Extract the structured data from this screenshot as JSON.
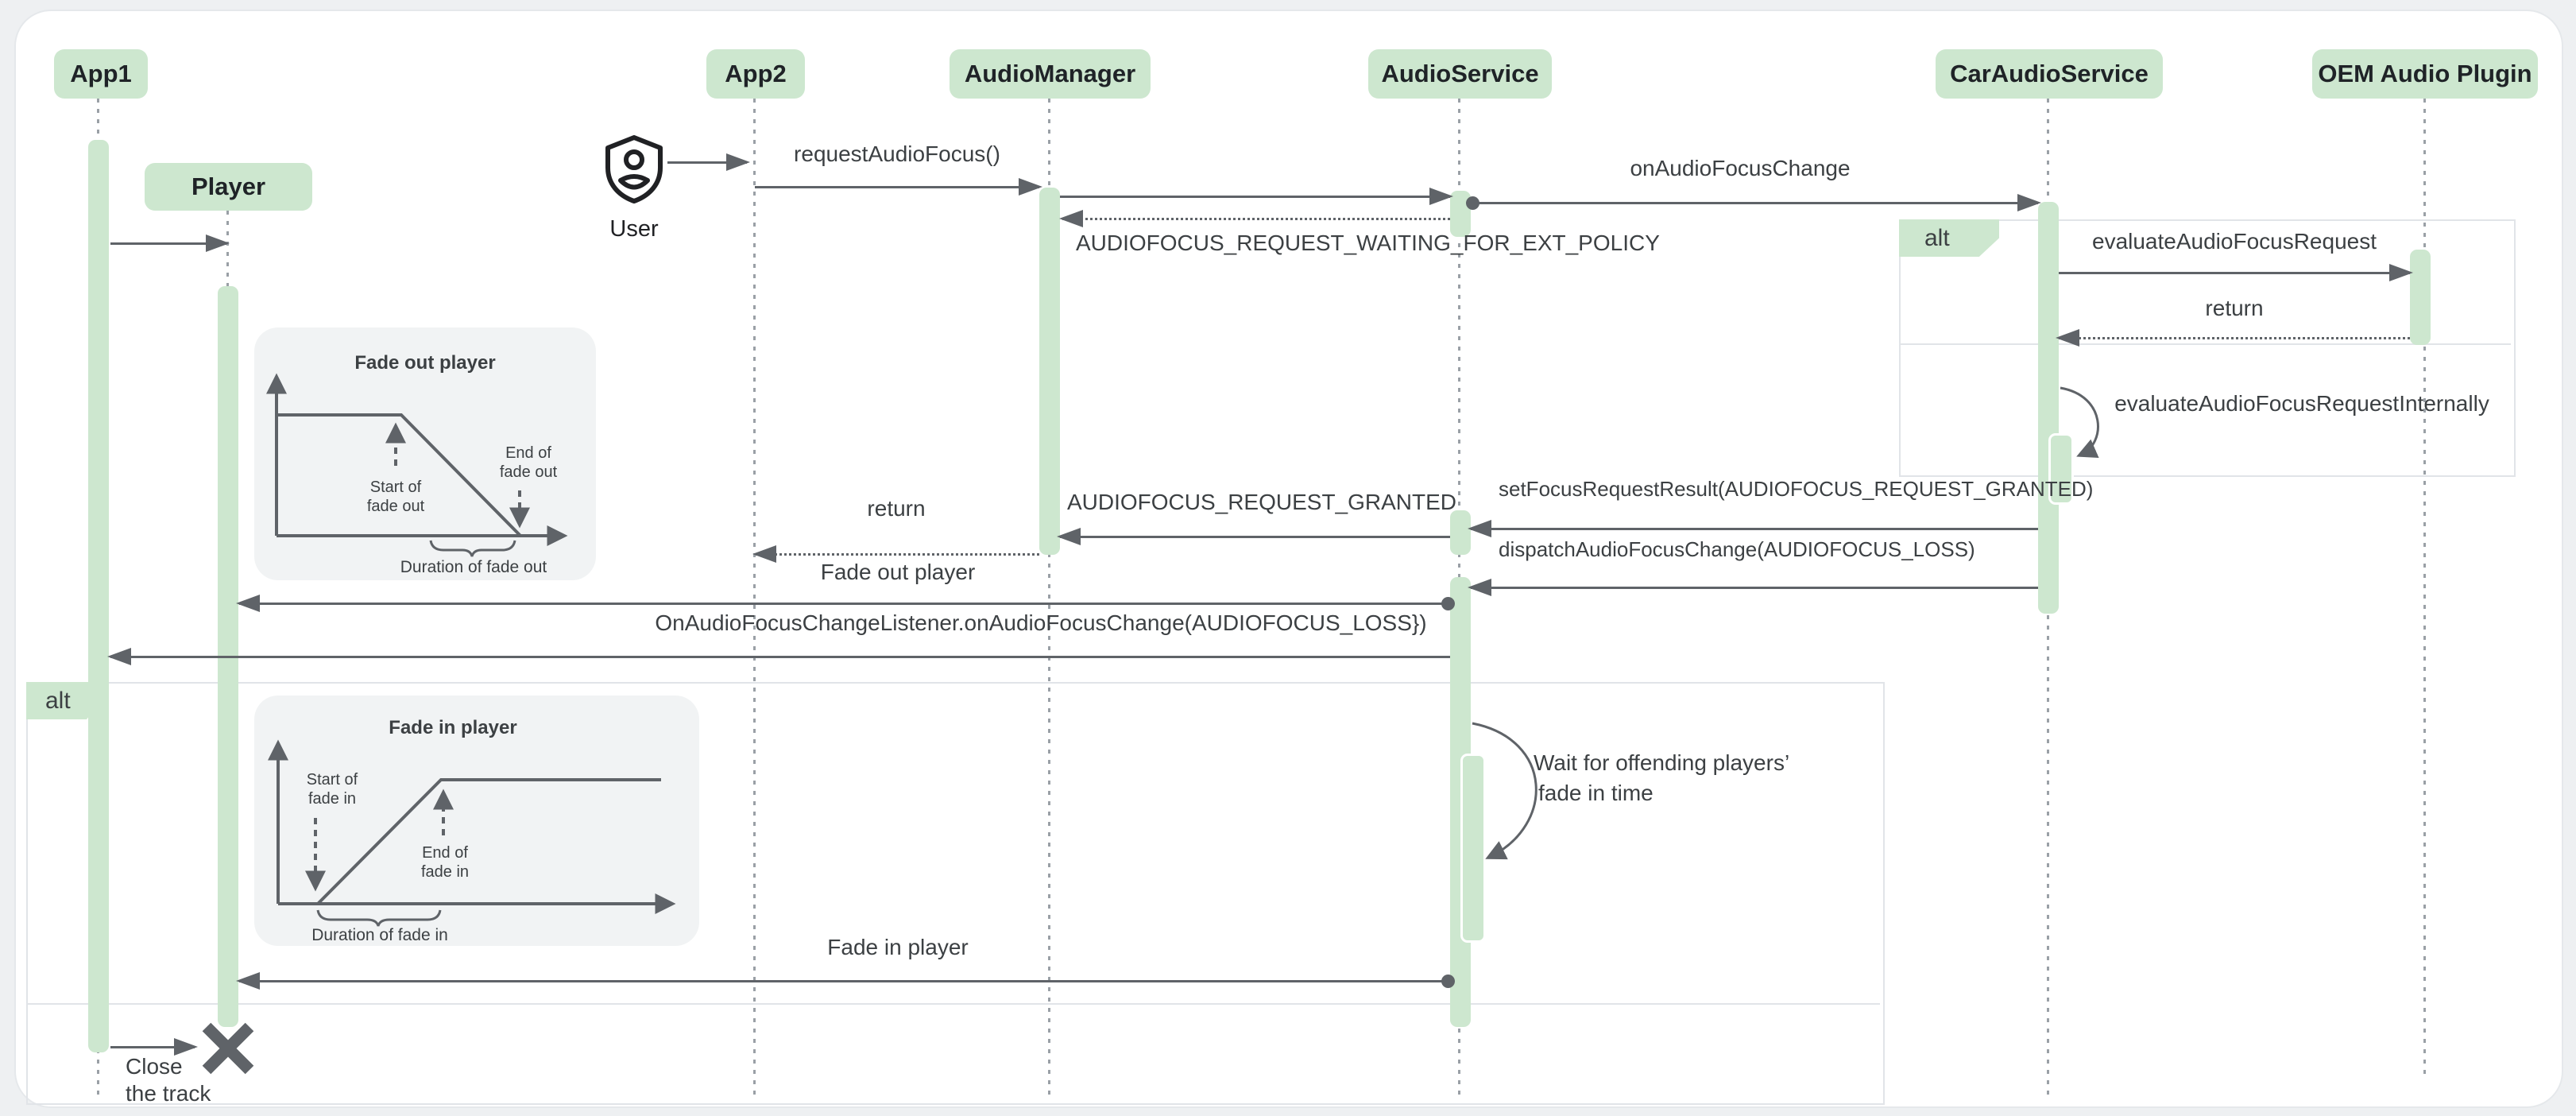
{
  "participants": {
    "app1": "App1",
    "player": "Player",
    "app2": "App2",
    "audio_manager": "AudioManager",
    "audio_service": "AudioService",
    "car_audio_service": "CarAudioService",
    "oem_audio_plugin": "OEM Audio Plugin"
  },
  "actor": {
    "label": "User"
  },
  "fragments": {
    "policy_alt_label": "alt",
    "player_alt_label": "alt"
  },
  "messages": {
    "request_audio_focus": "requestAudioFocus()",
    "on_audio_focus_change": "onAudioFocusChange",
    "waiting_for_ext_policy": "AUDIOFOCUS_REQUEST_WAITING_FOR_EXT_POLICY",
    "evaluate_audio_focus_request": "evaluateAudioFocusRequest",
    "evaluate_return": "return",
    "evaluate_audio_focus_request_internally": "evaluateAudioFocusRequestInternally",
    "set_focus_request_result": "setFocusRequestResult(AUDIOFOCUS_REQUEST_GRANTED)",
    "request_granted": "AUDIOFOCUS_REQUEST_GRANTED",
    "manager_return": "return",
    "dispatch_audio_focus_change": "dispatchAudioFocusChange(AUDIOFOCUS_LOSS)",
    "fade_out_player": "Fade out player",
    "focus_change_listener": "OnAudioFocusChangeListener.onAudioFocusChange(AUDIOFOCUS_LOSS})",
    "wait_note_line1": "Wait for offending players’",
    "wait_note_line2": "fade in time",
    "fade_in_player": "Fade in player",
    "close_track_line1": "Close",
    "close_track_line2": "the track"
  },
  "insets": {
    "fade_out": {
      "title": "Fade out player",
      "start_line1": "Start of",
      "start_line2": "fade out",
      "end_line1": "End of",
      "end_line2": "fade out",
      "duration": "Duration of fade out"
    },
    "fade_in": {
      "title": "Fade in player",
      "start_line1": "Start of",
      "start_line2": "fade in",
      "end_line1": "End of",
      "end_line2": "fade in",
      "duration": "Duration of fade in"
    }
  },
  "colors": {
    "accent_green": "#cde7cf",
    "line_gray": "#5f6368",
    "header_text": "#1f2327",
    "message_text": "#3c4043",
    "fragment_border": "#e1e4e8",
    "inset_background": "#f1f3f4",
    "page_background": "#eef0f2",
    "card_background": "#ffffff"
  }
}
